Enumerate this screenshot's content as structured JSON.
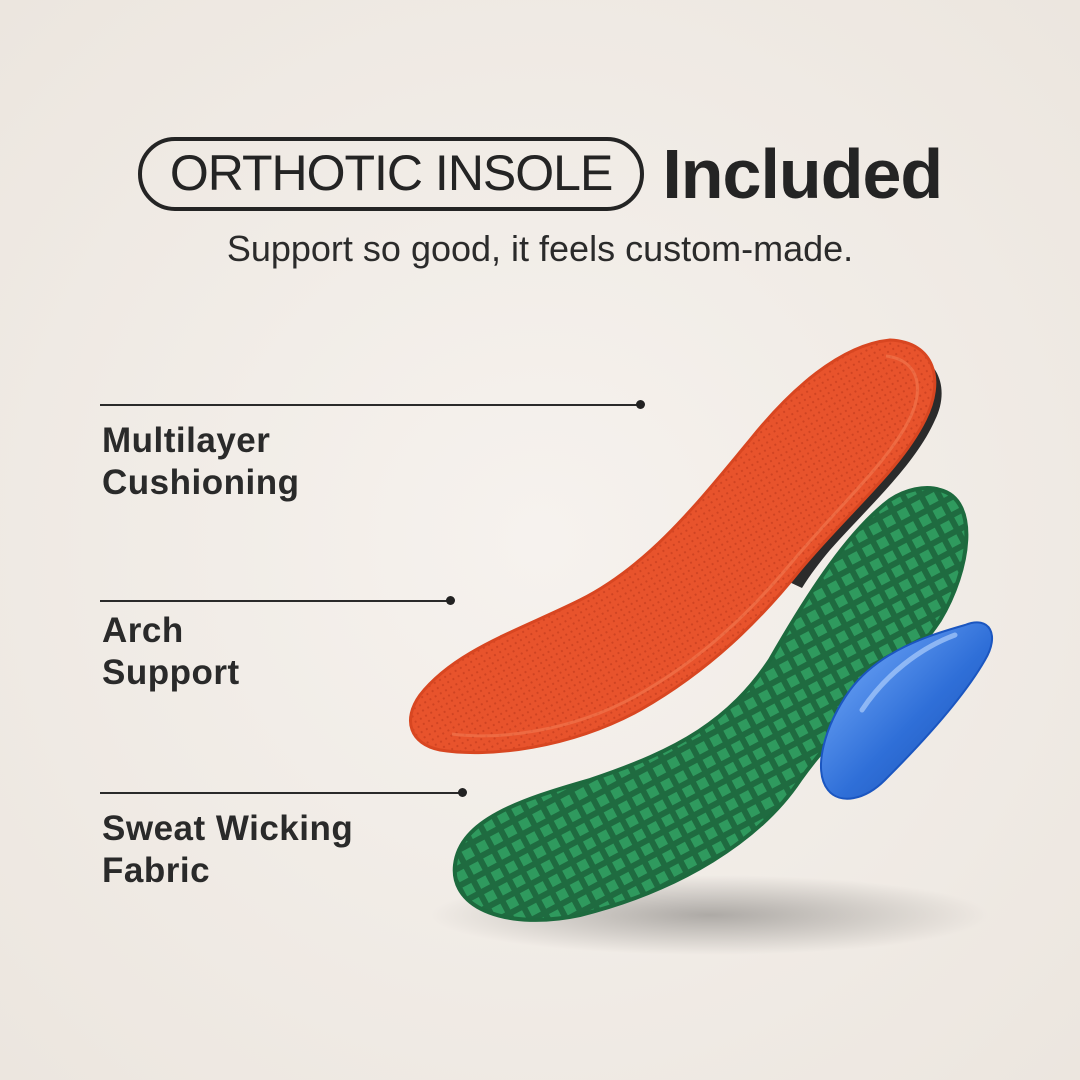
{
  "header": {
    "badge": "ORTHOTIC INSOLE",
    "title": "Included",
    "subtitle": "Support so good, it feels custom-made."
  },
  "features": [
    {
      "line1": "Multilayer",
      "line2": "Cushioning"
    },
    {
      "line1": "Arch",
      "line2": "Support"
    },
    {
      "line1": "Sweat Wicking",
      "line2": "Fabric"
    }
  ],
  "colors": {
    "background": "#f3efea",
    "text": "#242424",
    "top_layer": "#e8532c",
    "mesh_layer": "#2e8a56",
    "arch_pad": "#2f6fd8"
  }
}
